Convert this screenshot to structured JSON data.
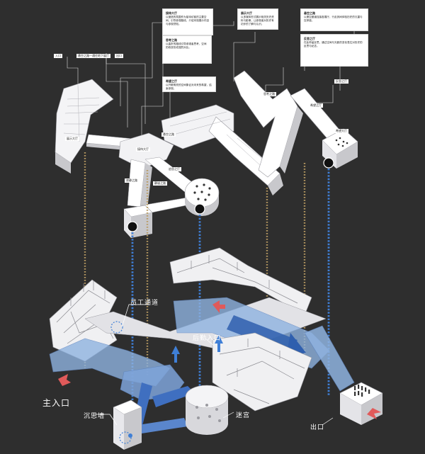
{
  "colors": {
    "background": "#2e2e2e",
    "building": "#ffffff",
    "building_shade": "#c8c8cc",
    "flow": "#8fb3e0",
    "flow_dark": "#2f5fae",
    "dots_staff": "#b89a62",
    "dots_visitor": "#3f7fd6",
    "arrow_red": "#e05a5a"
  },
  "top_notes": [
    {
      "title": "接待大厅",
      "text": "以营造的氛围作为接待访客的主要空间，引导参观路线，介绍本馆展示内容与参观须知。"
    },
    {
      "title": "展示大厅",
      "text": "以多媒体形式展示相关历史资料与影像，让参观者对历史有初步的了解与认识。"
    },
    {
      "title": "悬空之路",
      "text": "以悬空廊道连接各展厅，行走其间体验历史的沉重与压抑感。"
    },
    {
      "title": "思考之路",
      "text": "以曲折的路线引导参观者思考，空间的收放形成强烈对比。"
    },
    {
      "title": "反思之厅",
      "text": "在此停留反思，通过空间与光影的变化表达对历史的反思与纪念。"
    },
    {
      "title": "希望之厅",
      "text": "以开敞明亮的空间象征对未来的希望，结束参观。"
    }
  ],
  "top_tags": [
    {
      "text": "入口"
    },
    {
      "text": "悬空之路—通往地下展厅"
    },
    {
      "text": "出口"
    },
    {
      "text": "反思之厅"
    },
    {
      "text": "展示大厅"
    },
    {
      "text": "思考之路"
    },
    {
      "text": "接待大厅"
    },
    {
      "text": "悬空之路"
    },
    {
      "text": "希望之厅"
    },
    {
      "text": "寂静之路"
    },
    {
      "text": "静谧之路"
    },
    {
      "text": "追思之厅"
    },
    {
      "text": "希望大厅"
    }
  ],
  "labels": {
    "staff_passage": "员工通道",
    "back_entrance": "后勤入口",
    "main_entrance": "主入口",
    "reflection_wall": "沉思墙",
    "maze": "迷宫",
    "exit": "出口"
  }
}
